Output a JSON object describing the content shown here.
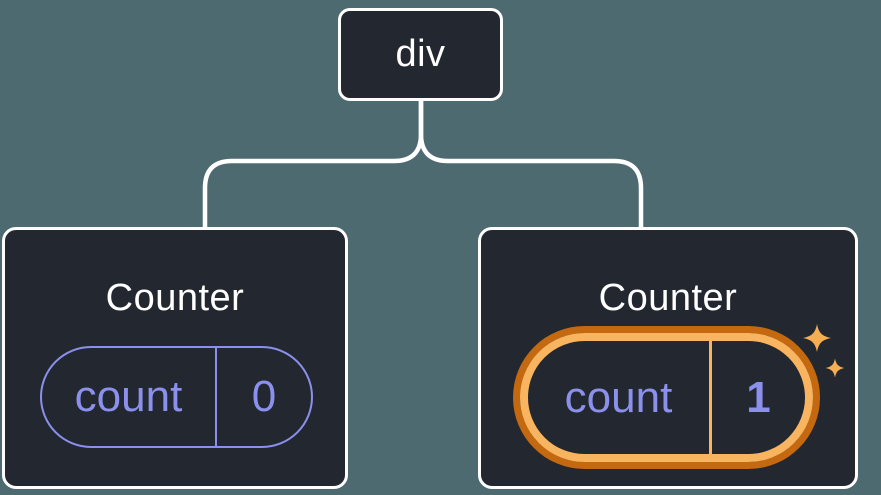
{
  "diagram": {
    "description": "Component tree: a div root with two Counter children; the second Counter's state is highlighted as newly updated",
    "root_node": {
      "label": "div"
    },
    "children": [
      {
        "title": "Counter",
        "state_pill": {
          "key": "count",
          "value": "0",
          "highlighted": false
        }
      },
      {
        "title": "Counter",
        "state_pill": {
          "key": "count",
          "value": "1",
          "highlighted": true
        }
      }
    ]
  },
  "icons": [
    {
      "name": "sparkle-icon",
      "meaning": "state just updated",
      "color": "#F5AE52"
    }
  ],
  "colors": {
    "background": "#4E6A71",
    "node_fill": "#23272F",
    "node_border": "#FFFFFF",
    "state_purple": "#8A90EC",
    "highlight_orange_dark": "#C4690F",
    "highlight_orange_light": "#F9B45F",
    "sparkle": "#F5AE52",
    "connector": "#FFFFFF"
  }
}
